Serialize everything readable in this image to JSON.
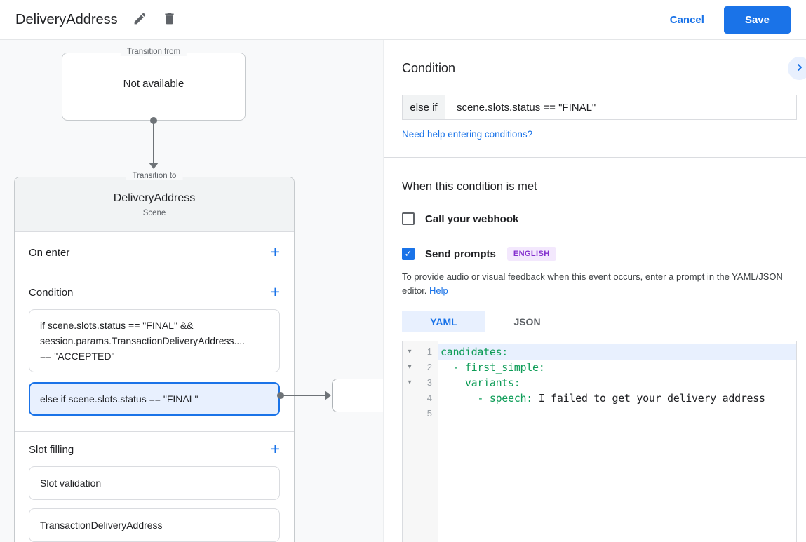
{
  "colors": {
    "accent_blue": "#1a73e8",
    "selected_bg": "#e8f0fe",
    "panel_bg": "#f8f9fa",
    "card_header_bg": "#f1f3f4",
    "border": "#dadce0",
    "code_key_green": "#0f9d58",
    "badge_bg": "#f3e8fd",
    "badge_text": "#8430ce"
  },
  "icons": {
    "edit": "pencil-icon",
    "delete": "trash-icon",
    "collapse": "chevron-right-icon",
    "plus": "+",
    "check": "✓",
    "fold": "▾"
  },
  "header": {
    "title": "DeliveryAddress",
    "cancel_label": "Cancel",
    "save_label": "Save"
  },
  "diagram": {
    "transition_from": {
      "label": "Transition from",
      "content": "Not available"
    },
    "scene_card": {
      "label": "Transition to",
      "name": "DeliveryAddress",
      "type": "Scene",
      "sections": {
        "on_enter": {
          "title": "On enter"
        },
        "condition": {
          "title": "Condition",
          "boxes": [
            {
              "text": "if scene.slots.status == \"FINAL\" &&\nsession.params.TransactionDeliveryAddress....\n== \"ACCEPTED\"",
              "selected": false
            },
            {
              "text": "else if scene.slots.status == \"FINAL\"",
              "selected": true
            }
          ]
        },
        "slot_filling": {
          "title": "Slot filling",
          "slots": [
            "Slot validation",
            "TransactionDeliveryAddress"
          ]
        }
      }
    }
  },
  "panel": {
    "title": "Condition",
    "condition_row": {
      "prefix": "else if",
      "value": "scene.slots.status == \"FINAL\""
    },
    "help_link": "Need help entering conditions?",
    "when_met": {
      "title": "When this condition is met",
      "webhook": {
        "label": "Call your webhook",
        "checked": false
      },
      "prompts": {
        "label": "Send prompts",
        "checked": true,
        "badge": "ENGLISH"
      },
      "description": "To provide audio or visual feedback when this event occurs, enter a prompt in the YAML/JSON editor. ",
      "description_link": "Help"
    },
    "tabs": [
      {
        "label": "YAML",
        "active": true
      },
      {
        "label": "JSON",
        "active": false
      }
    ],
    "editor": {
      "lines": [
        {
          "num": "1",
          "fold": true,
          "highlight": true,
          "tokens": [
            {
              "t": "candidates:",
              "c": "key"
            }
          ]
        },
        {
          "num": "2",
          "fold": true,
          "highlight": false,
          "tokens": [
            {
              "t": "  - first_simple:",
              "c": "key"
            }
          ]
        },
        {
          "num": "3",
          "fold": true,
          "highlight": false,
          "tokens": [
            {
              "t": "    variants:",
              "c": "key"
            }
          ]
        },
        {
          "num": "4",
          "fold": false,
          "highlight": false,
          "tokens": [
            {
              "t": "      - speech:",
              "c": "key"
            },
            {
              "t": " I failed to get your delivery address",
              "c": "plain"
            }
          ]
        },
        {
          "num": "5",
          "fold": false,
          "highlight": false,
          "tokens": []
        }
      ]
    }
  }
}
